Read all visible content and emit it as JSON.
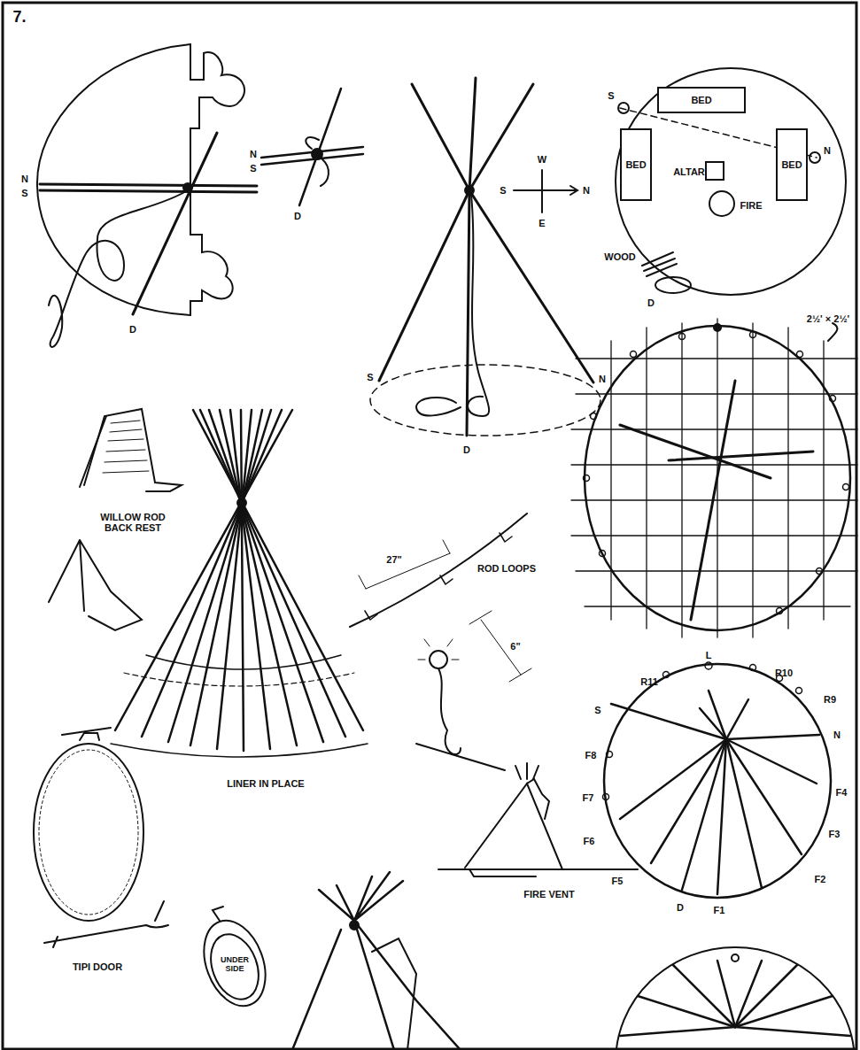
{
  "diagram": {
    "nodes": [
      {
        "text": [
          "BED"
        ]
      },
      {
        "text": [
          "BED"
        ]
      },
      {
        "text": [
          "BED"
        ]
      }
    ],
    "labels": [
      "7.",
      "N",
      "S",
      "D",
      "N",
      "S",
      "D",
      "W",
      "S",
      "N",
      "E",
      "S",
      "N",
      "D",
      "S",
      "N",
      "D",
      "WOOD",
      "ALTAR",
      "FIRE",
      "2½' × 2½'",
      "WILLOW ROD BACK REST",
      "LINER IN PLACE",
      "27\"",
      "ROD LOOPS",
      "6\"",
      "R11",
      "L",
      "R10",
      "R9",
      "S",
      "N",
      "F8",
      "F7",
      "F4",
      "F6",
      "F3",
      "F5",
      "F2",
      "D",
      "F1",
      "FIRE VENT",
      "TIPI DOOR",
      "UNDER SIDE"
    ]
  }
}
